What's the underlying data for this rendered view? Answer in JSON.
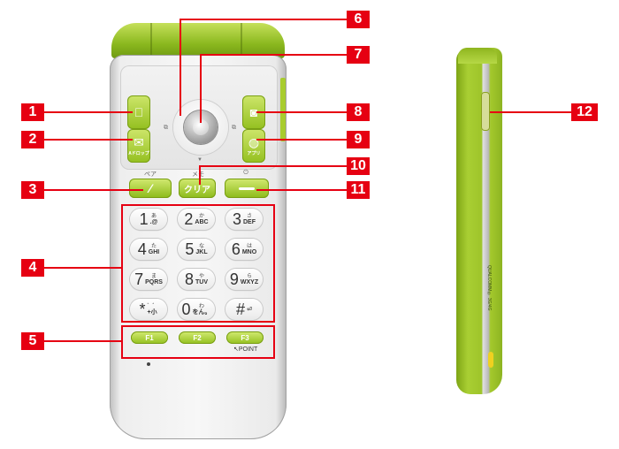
{
  "callouts": [
    "1",
    "2",
    "3",
    "4",
    "5",
    "6",
    "7",
    "8",
    "9",
    "10",
    "11",
    "12"
  ],
  "side_keys": {
    "left_top": {
      "icon": "book-icon",
      "glyph": "⎕"
    },
    "left_bottom": {
      "icon": "mail-icon",
      "glyph": "✉",
      "label": "Aドロップ"
    },
    "right_top": {
      "icon": "camera-icon",
      "glyph": "◙"
    },
    "right_bottom": {
      "icon": "globe-icon",
      "glyph": "◍",
      "label": "アプリ"
    }
  },
  "call_row": {
    "send_label_above": "ペア",
    "clear_label_above": "メモ",
    "clear_label": "クリア",
    "end_label_above": "⏻"
  },
  "keypad": [
    {
      "main": "1",
      "kana": "あ",
      "alpha": ".@"
    },
    {
      "main": "2",
      "kana": "か",
      "alpha": "ABC"
    },
    {
      "main": "3",
      "kana": "さ",
      "alpha": "DEF"
    },
    {
      "main": "4",
      "kana": "た",
      "alpha": "GHI"
    },
    {
      "main": "5",
      "kana": "な",
      "alpha": "JKL"
    },
    {
      "main": "6",
      "kana": "は",
      "alpha": "MNO"
    },
    {
      "main": "7",
      "kana": "ま",
      "alpha": "PQRS"
    },
    {
      "main": "8",
      "kana": "や",
      "alpha": "TUV"
    },
    {
      "main": "9",
      "kana": "ら",
      "alpha": "WXYZ"
    },
    {
      "main": "*",
      "kana": "゛゜",
      "alpha": "+小"
    },
    {
      "main": "0",
      "kana": "わ",
      "alpha": "をん。"
    },
    {
      "main": "#",
      "kana": "",
      "alpha": "⏎"
    }
  ],
  "function_keys": [
    "F1",
    "F2",
    "F3"
  ],
  "point_label": "POINT",
  "side_print": "QUALCOMM® 3G/4G",
  "colors": {
    "accent": "#e60012",
    "phone_green": "#9cc426"
  }
}
